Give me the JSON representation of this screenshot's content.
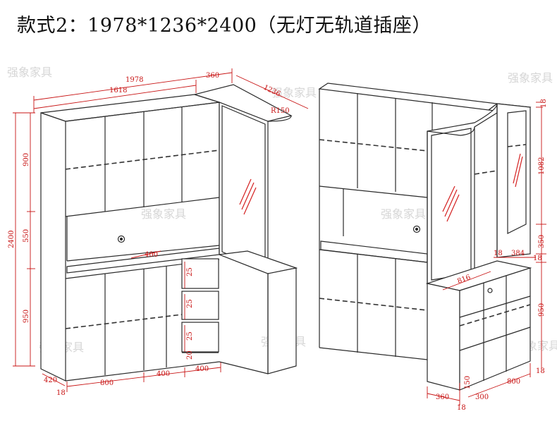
{
  "title": "款式2：1978*1236*2400（无灯无轨道插座）",
  "watermark": "强象家具",
  "colors": {
    "outline": "#2a2a2a",
    "dimension": "#c81414",
    "glass": "#d42020",
    "watermark": "#d6d6d6"
  },
  "left_view": {
    "top_overall": "1978",
    "top_right": "360",
    "top_left": "1618",
    "side_depth": "1236",
    "radius": "R150",
    "h_upper": "900",
    "h_middle": "550",
    "h_lower": "950",
    "h_total": "2400",
    "shelf_depth": "400",
    "drawer_1": "25",
    "drawer_2": "25",
    "drawer_3": "25",
    "drawer_4": "20",
    "bottom_depth": "420",
    "bottom_panel": "18",
    "bottom_1": "800",
    "bottom_2": "400",
    "bottom_3": "400"
  },
  "right_view": {
    "top_panel": "18",
    "h_glass": "1082",
    "h_middle": "350",
    "panel_a": "18",
    "width_384": "384",
    "panel_b": "18",
    "counter_depth": "816",
    "h_lower": "950",
    "panel_c": "18",
    "h_150": "150",
    "bottom_360": "360",
    "bottom_18": "18",
    "bottom_300": "300",
    "bottom_800": "800"
  }
}
